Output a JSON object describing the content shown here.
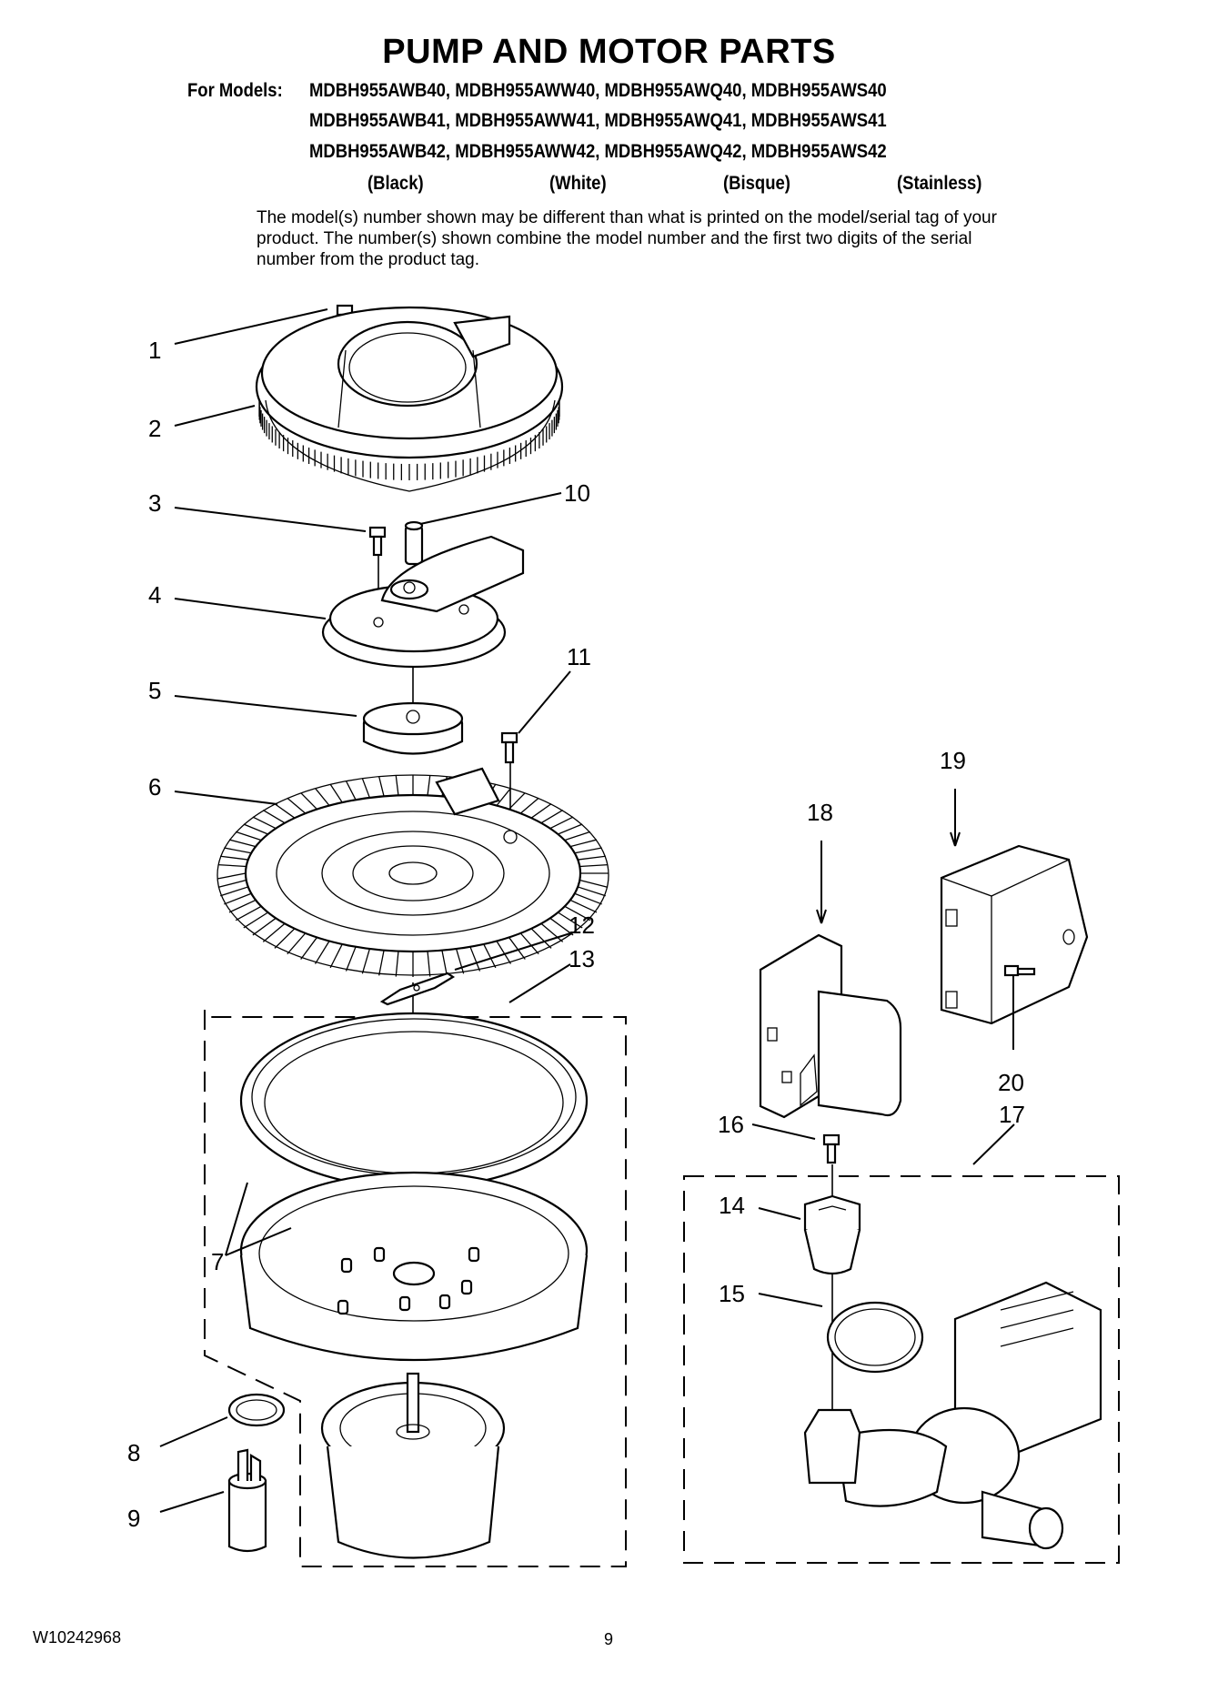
{
  "title": "PUMP AND MOTOR PARTS",
  "models": {
    "prefix": "For Models:",
    "lines": [
      "MDBH955AWB40, MDBH955AWW40, MDBH955AWQ40, MDBH955AWS40",
      "MDBH955AWB41, MDBH955AWW41, MDBH955AWQ41, MDBH955AWS41",
      "MDBH955AWB42, MDBH955AWW42, MDBH955AWQ42, MDBH955AWS42"
    ],
    "colors": [
      "(Black)",
      "(White)",
      "(Bisque)",
      "(Stainless)"
    ]
  },
  "disclaimer": "The model(s) number shown may be different than what is printed on the model/serial tag of your product. The number(s) shown combine the model number and the first two digits of the serial number from the product tag.",
  "callouts": [
    "1",
    "2",
    "3",
    "4",
    "5",
    "6",
    "7",
    "8",
    "9",
    "10",
    "11",
    "12",
    "13",
    "14",
    "15",
    "16",
    "17",
    "18",
    "19",
    "20"
  ],
  "footer": {
    "doc_number": "W10242968",
    "page": "9"
  }
}
